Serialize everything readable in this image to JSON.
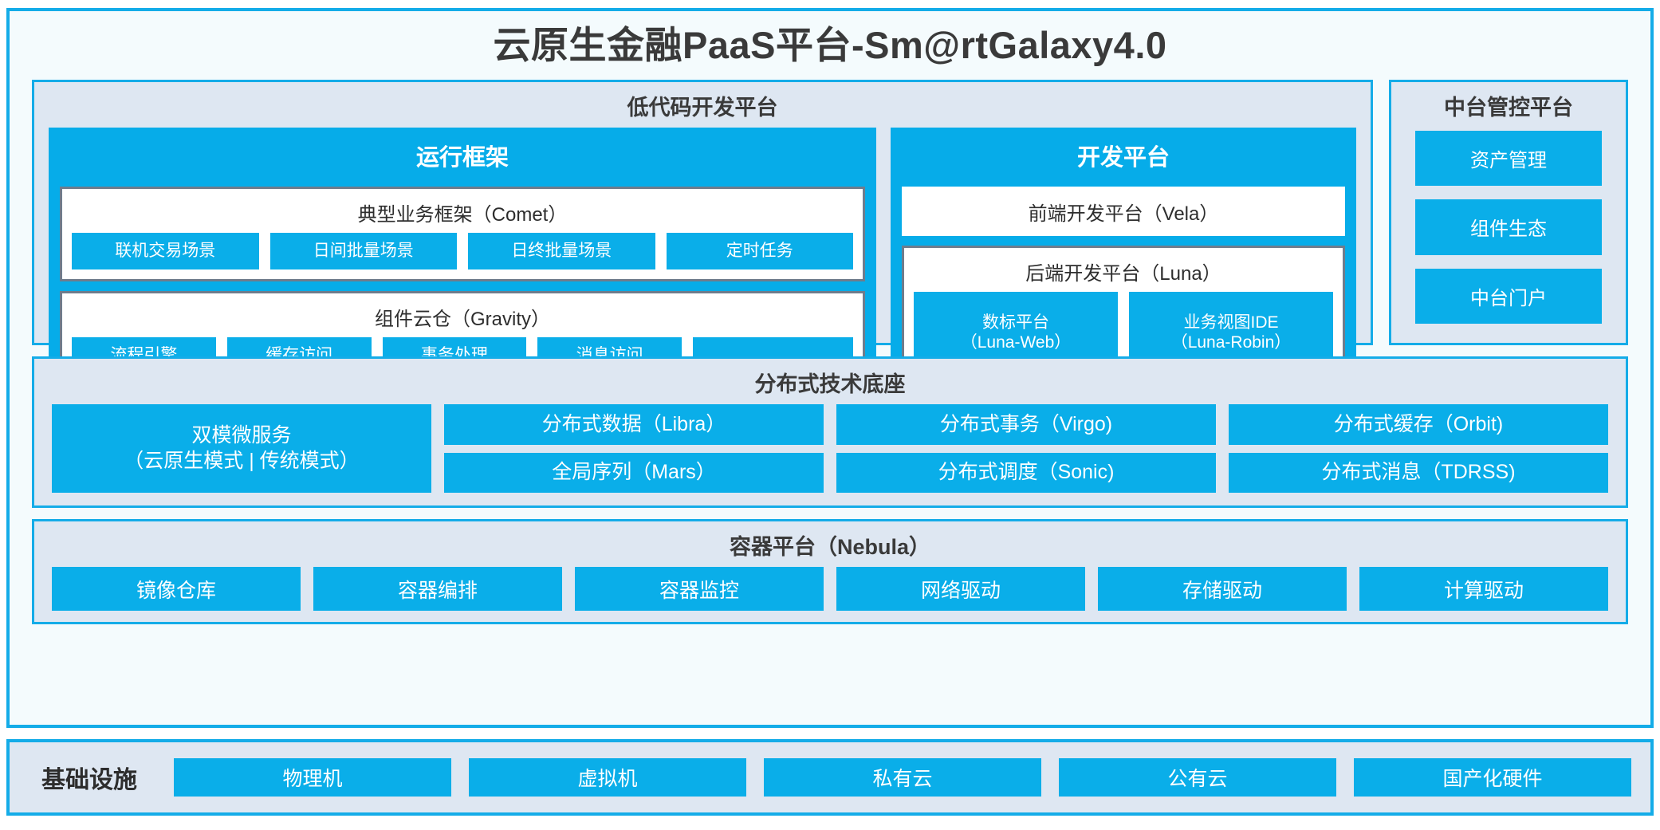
{
  "page": {
    "title": "云原生金融PaaS平台-Sm@rtGalaxy4.0",
    "accent_blue": "#0AAEE9",
    "panel_bg": "#DEE7F2",
    "border_blue": "#14ACE8",
    "inner_border_grey": "#6F7C8C",
    "canvas_bg": "#F4FBFD"
  },
  "lowcode": {
    "title": "低代码开发平台",
    "runtime": {
      "title": "运行框架",
      "comet": {
        "title": "典型业务框架（Comet）",
        "items": [
          {
            "label": "联机交易场景"
          },
          {
            "label": "日间批量场景"
          },
          {
            "label": "日终批量场景"
          },
          {
            "label": "定时任务"
          }
        ]
      },
      "gravity": {
        "title": "组件云仓（Gravity）",
        "items": [
          {
            "label": "流程引擎"
          },
          {
            "label": "缓存访问"
          },
          {
            "label": "事务处理"
          },
          {
            "label": "消息访问"
          },
          {
            "label": "……"
          }
        ]
      }
    },
    "devplatform": {
      "title": "开发平台",
      "frontend": {
        "label": "前端开发平台（Vela）"
      },
      "backend": {
        "title": "后端开发平台（Luna）",
        "items": [
          {
            "label": "数标平台\n（Luna-Web）"
          },
          {
            "label": "业务视图IDE\n（Luna-Robin）"
          }
        ]
      }
    }
  },
  "midplatform": {
    "title": "中台管控平台",
    "items": [
      {
        "label": "资产管理"
      },
      {
        "label": "组件生态"
      },
      {
        "label": "中台门户"
      }
    ]
  },
  "techbase": {
    "title": "分布式技术底座",
    "columns": [
      {
        "items": [
          {
            "label": "双模微服务\n（云原生模式 | 传统模式）"
          }
        ]
      },
      {
        "items": [
          {
            "label": "分布式数据（Libra）"
          },
          {
            "label": "全局序列（Mars）"
          }
        ]
      },
      {
        "items": [
          {
            "label": "分布式事务（Virgo)"
          },
          {
            "label": "分布式调度（Sonic)"
          }
        ]
      },
      {
        "items": [
          {
            "label": "分布式缓存（Orbit)"
          },
          {
            "label": "分布式消息（TDRSS)"
          }
        ]
      }
    ]
  },
  "containerplatform": {
    "title": "容器平台（Nebula）",
    "items": [
      {
        "label": "镜像仓库"
      },
      {
        "label": "容器编排"
      },
      {
        "label": "容器监控"
      },
      {
        "label": "网络驱动"
      },
      {
        "label": "存储驱动"
      },
      {
        "label": "计算驱动"
      }
    ]
  },
  "infrastructure": {
    "label": "基础设施",
    "items": [
      {
        "label": "物理机"
      },
      {
        "label": "虚拟机"
      },
      {
        "label": "私有云"
      },
      {
        "label": "公有云"
      },
      {
        "label": "国产化硬件"
      }
    ]
  }
}
